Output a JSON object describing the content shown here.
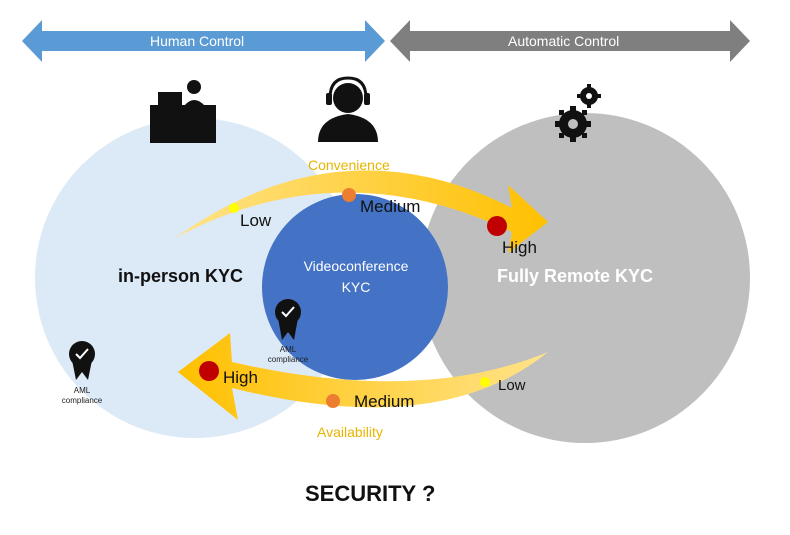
{
  "top_arrows": {
    "left_label": "Human Control",
    "right_label": "Automatic Control"
  },
  "circles": {
    "left_label": "in-person KYC",
    "center_label": "Videoconference\nKYC",
    "right_label": "Fully Remote KYC"
  },
  "convenience": {
    "title": "Convenience",
    "low": "Low",
    "medium": "Medium",
    "high": "High"
  },
  "availability": {
    "title": "Availability",
    "low": "Low",
    "medium": "Medium",
    "high": "High"
  },
  "badges": {
    "left_caption": "AML\ncompliance",
    "center_caption": "AML\ncompliance"
  },
  "footer": {
    "question": "SECURITY ?"
  },
  "colors": {
    "left_circle": "#dce9f6",
    "right_circle": "#bfbfbf",
    "center_circle": "#4472c4",
    "human_arrow": "#5b9bd5",
    "auto_arrow": "#7f7f7f",
    "curved_arrow": "#ffc000",
    "dot_low": "#ffff00",
    "dot_medium": "#ed7d31",
    "dot_high": "#c00000"
  }
}
